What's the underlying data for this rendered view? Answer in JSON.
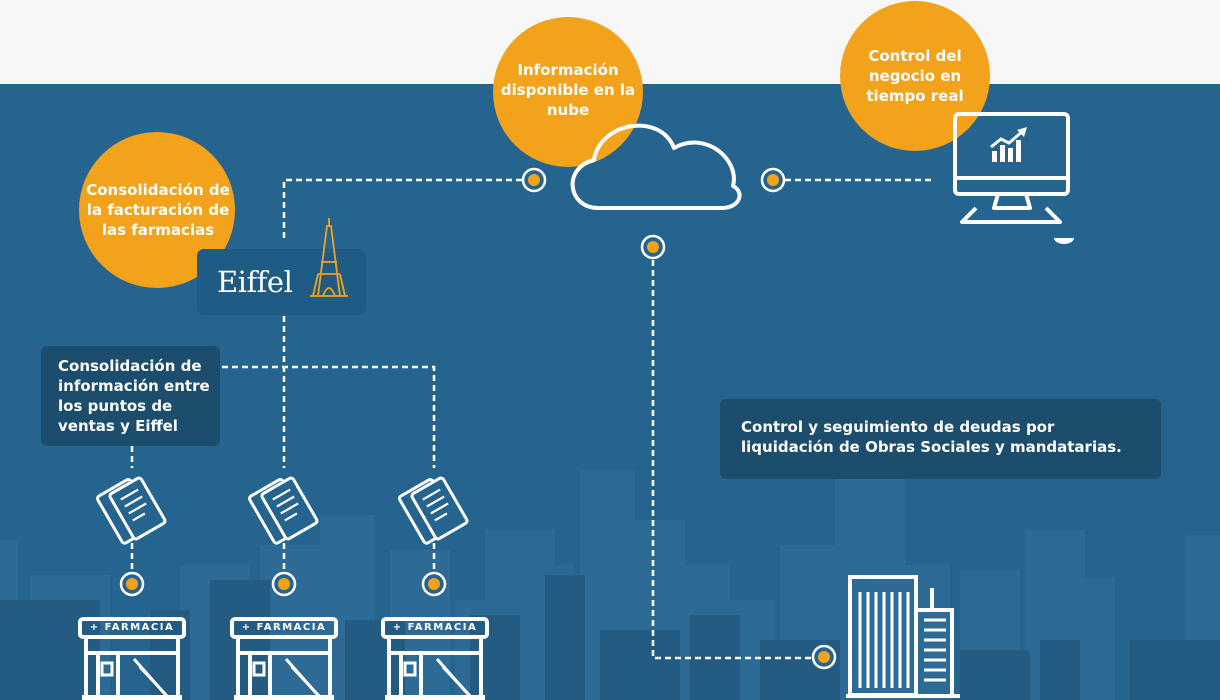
{
  "circles": {
    "billing": "Consolidación de la facturación de las farmacias",
    "cloud": "Información disponible en la nube",
    "control": "Control del negocio en tiempo real"
  },
  "boxes": {
    "consolidation": "Consolidación de información entre los puntos de ventas y Eiffel",
    "debts": "Control y seguimiento de deudas por liquidación de Obras Sociales y mandatarias."
  },
  "brand": {
    "name": "Eiffel"
  },
  "stores": [
    {
      "label": "+ FARMACIA"
    },
    {
      "label": "+ FARMACIA"
    },
    {
      "label": "+ FARMACIA"
    }
  ],
  "colors": {
    "background": "#266490",
    "accent": "#f2a21b",
    "box": "#1d4d6d",
    "skyline": "#2f6d99"
  },
  "icons": [
    "cloud-icon",
    "monitor-chart-icon",
    "eiffel-tower-icon",
    "receipt-icon",
    "pharmacy-store-icon",
    "office-building-icon"
  ]
}
